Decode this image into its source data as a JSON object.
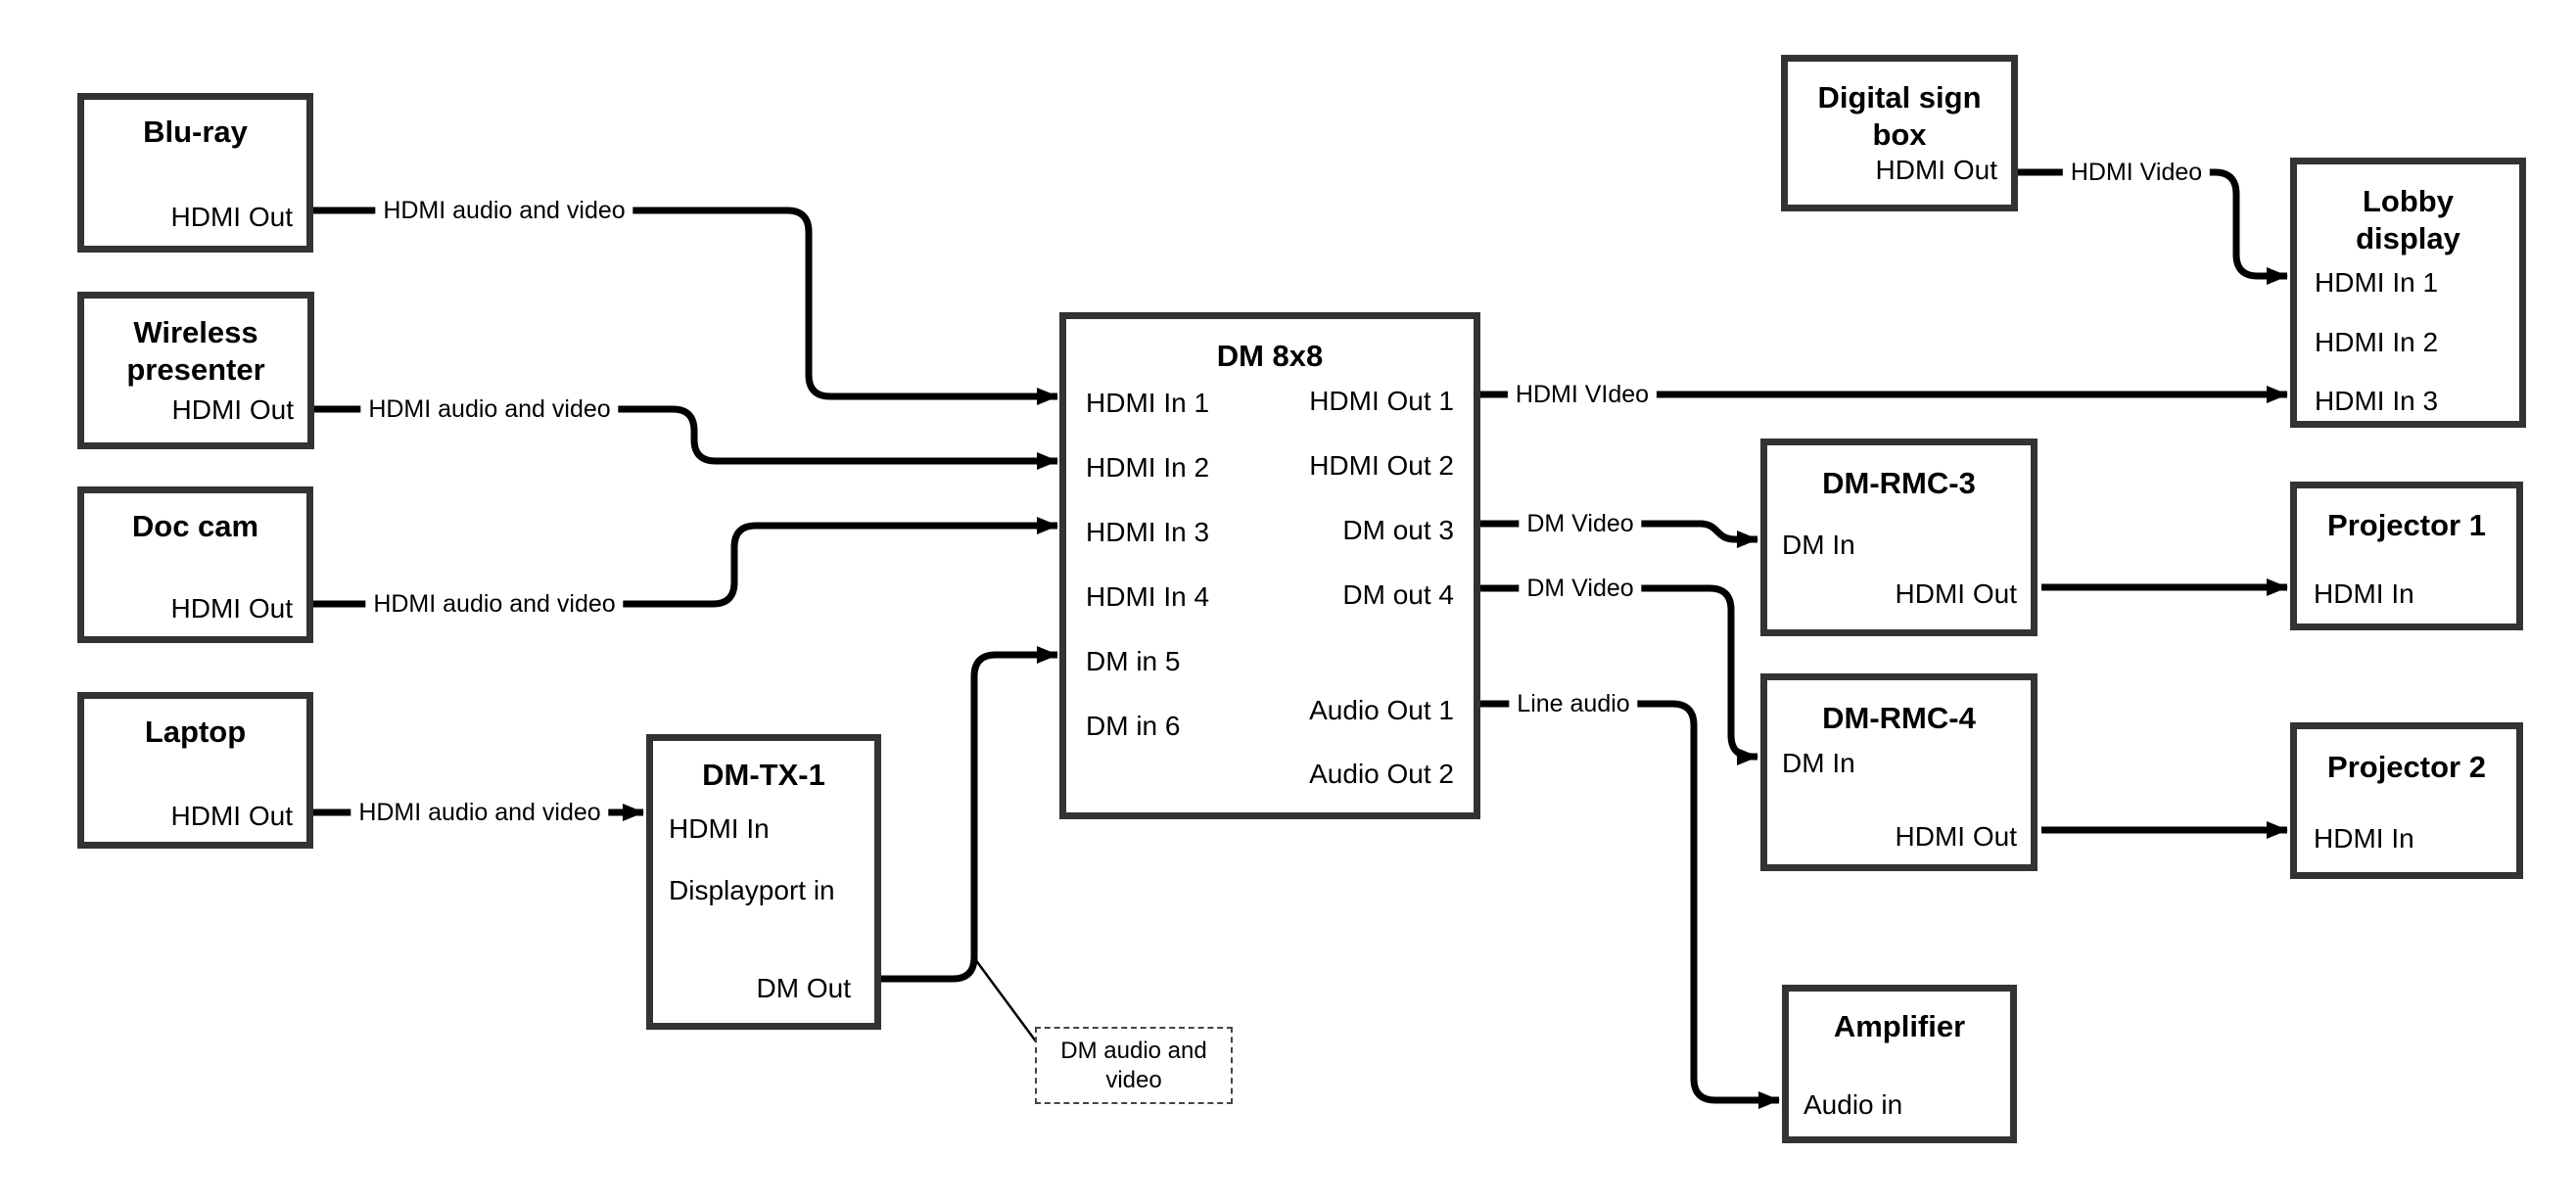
{
  "nodes": {
    "bluray": {
      "title": [
        "Blu-ray"
      ],
      "hdmi_out": "HDMI Out"
    },
    "wireless": {
      "title": [
        "Wireless",
        "presenter"
      ],
      "hdmi_out": "HDMI Out"
    },
    "doccam": {
      "title": [
        "Doc cam"
      ],
      "hdmi_out": "HDMI Out"
    },
    "laptop": {
      "title": [
        "Laptop"
      ],
      "hdmi_out": "HDMI Out"
    },
    "dmtx1": {
      "title": [
        "DM-TX-1"
      ],
      "hdmi_in": "HDMI In",
      "displayport_in": "Displayport in",
      "dm_out": "DM Out"
    },
    "dm8x8": {
      "title": [
        "DM 8x8"
      ],
      "inputs": [
        "HDMI In 1",
        "HDMI In 2",
        "HDMI In 3",
        "HDMI In 4",
        "DM in 5",
        "DM in 6"
      ],
      "outputs": [
        "HDMI Out 1",
        "HDMI Out 2",
        "DM out 3",
        "DM out 4",
        "Audio Out 1",
        "Audio Out 2"
      ]
    },
    "digital_sign": {
      "title": [
        "Digital sign",
        "box"
      ],
      "hdmi_out": "HDMI Out"
    },
    "lobby": {
      "title": [
        "Lobby",
        "display"
      ],
      "inputs": [
        "HDMI In 1",
        "HDMI In 2",
        "HDMI In 3"
      ]
    },
    "dmrmc3": {
      "title": [
        "DM-RMC-3"
      ],
      "dm_in": "DM In",
      "hdmi_out": "HDMI Out"
    },
    "proj1": {
      "title": [
        "Projector 1"
      ],
      "hdmi_in": "HDMI In"
    },
    "dmrmc4": {
      "title": [
        "DM-RMC-4"
      ],
      "dm_in": "DM In",
      "hdmi_out": "HDMI Out"
    },
    "proj2": {
      "title": [
        "Projector 2"
      ],
      "hdmi_in": "HDMI In"
    },
    "amplifier": {
      "title": [
        "Amplifier"
      ],
      "audio_in": "Audio in"
    }
  },
  "wire_labels": {
    "bluray_to_dm8x8": "HDMI audio and video",
    "wireless_to_dm8x8": "HDMI audio and video",
    "doccam_to_dm8x8": "HDMI audio and video",
    "laptop_to_dmtx1": "HDMI audio and video",
    "dm8x8_hdmi_out1": "HDMI VIdeo",
    "digital_sign_to_lobby": "HDMI Video",
    "dm8x8_dm_out3": "DM Video",
    "dm8x8_dm_out4": "DM Video",
    "dm8x8_audio_out1": "Line audio"
  },
  "callout": {
    "lines": [
      "DM audio and",
      "video"
    ]
  },
  "colors": {
    "wire": "#000000",
    "border": "#333333",
    "background": "#ffffff",
    "text": "#000000"
  }
}
